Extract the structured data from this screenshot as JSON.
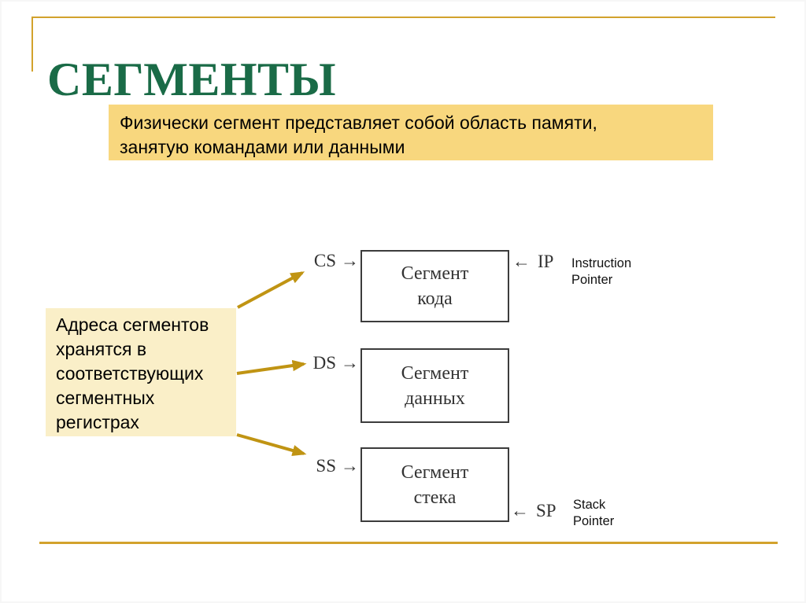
{
  "slide": {
    "title": "СЕГМЕНТЫ"
  },
  "colors": {
    "title_green": "#1A6B47",
    "frame_gold": "#D2A22C",
    "arrow_gold": "#C09413",
    "intro_yellow": "#F8D77E",
    "note_cream": "#FAEFC8",
    "box_border": "#3C3C3C",
    "diagram_text": "#333333",
    "body_text": "#000000",
    "slide_bg": "#FFFFFF"
  },
  "intro_box": {
    "line1": "Физически сегмент представляет собой область памяти,",
    "line2": "занятую командами или данными"
  },
  "note_box": {
    "lines": [
      "Адреса сегментов",
      "хранятся в",
      "соответствующих",
      "сегментных",
      "регистрах"
    ]
  },
  "diagram": {
    "segments": [
      {
        "register": "CS",
        "arrow": "→",
        "label_line1": "Сегмент",
        "label_line2": "кода"
      },
      {
        "register": "DS",
        "arrow": "→",
        "label_line1": "Сегмент",
        "label_line2": "данных"
      },
      {
        "register": "SS",
        "arrow": "→",
        "label_line1": "Сегмент",
        "label_line2": "стека"
      }
    ],
    "pointers": {
      "ip": {
        "arrow": "←",
        "name": "IP",
        "caption_line1": "Instruction",
        "caption_line2": "Pointer"
      },
      "sp": {
        "arrow": "←",
        "name": "SP",
        "caption_line1": "Stack",
        "caption_line2": "Pointer"
      }
    }
  }
}
